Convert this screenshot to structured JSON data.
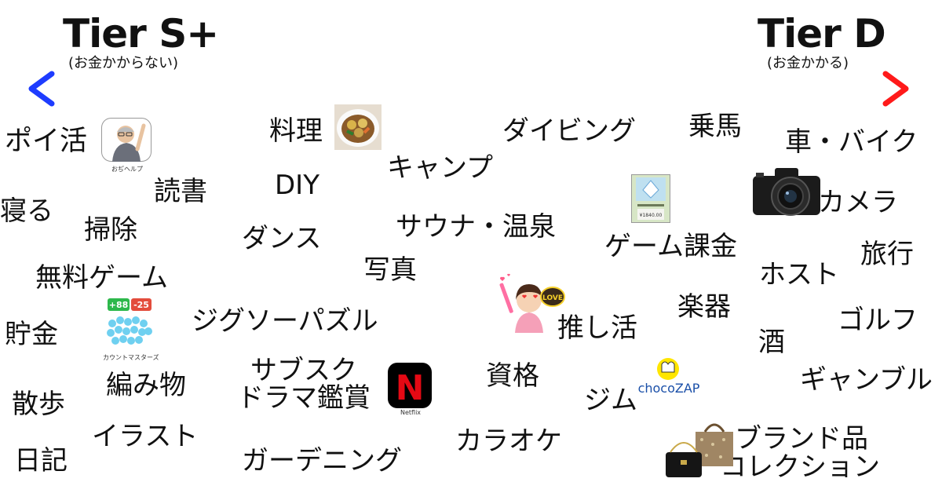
{
  "scale": {
    "left_title": "Tier S+",
    "left_note": "(お金かからない)",
    "right_title": "Tier D",
    "right_note": "(お金かかる)",
    "arrow_colors": [
      "#1e3cff",
      "#ff1a1a"
    ]
  },
  "items": {
    "poikatsu": "ポイ活",
    "ryouri": "料理",
    "diving": "ダイビング",
    "jouba": "乗馬",
    "kuruma": "車・バイク",
    "dokusho": "読書",
    "diy": "DIY",
    "camp": "キャンプ",
    "neru": "寝る",
    "camera": "カメラ",
    "souji": "掃除",
    "dance": "ダンス",
    "sauna": "サウナ・温泉",
    "game_kakin": "ゲーム課金",
    "ryokou": "旅行",
    "shashin": "写真",
    "muryou_game": "無料ゲーム",
    "host": "ホスト",
    "gakki": "楽器",
    "jigsaw": "ジグソーパズル",
    "chokin": "貯金",
    "oshikatsu": "推し活",
    "golf": "ゴルフ",
    "sake": "酒",
    "subsc": "サブスク",
    "drama": "ドラマ鑑賞",
    "shikaku": "資格",
    "amimono": "編み物",
    "gamble": "ギャンブル",
    "sanpo": "散歩",
    "gym": "ジム",
    "illust": "イラスト",
    "karaoke": "カラオケ",
    "brand": "ブランド品",
    "collection": "コレクション",
    "nikki": "日記",
    "gardening": "ガーデニング"
  },
  "images": {
    "oji_help_caption": "おぢヘルプ",
    "count_master_caption": "カウントマスターズ",
    "count_master_plus": "+88",
    "count_master_minus": "-25",
    "netflix_caption": "Netflix",
    "netflix_letter": "N",
    "choco_logo": "chocoZAP",
    "love_sign": "LOVE",
    "game_receipt_text": "¥1840.00"
  }
}
